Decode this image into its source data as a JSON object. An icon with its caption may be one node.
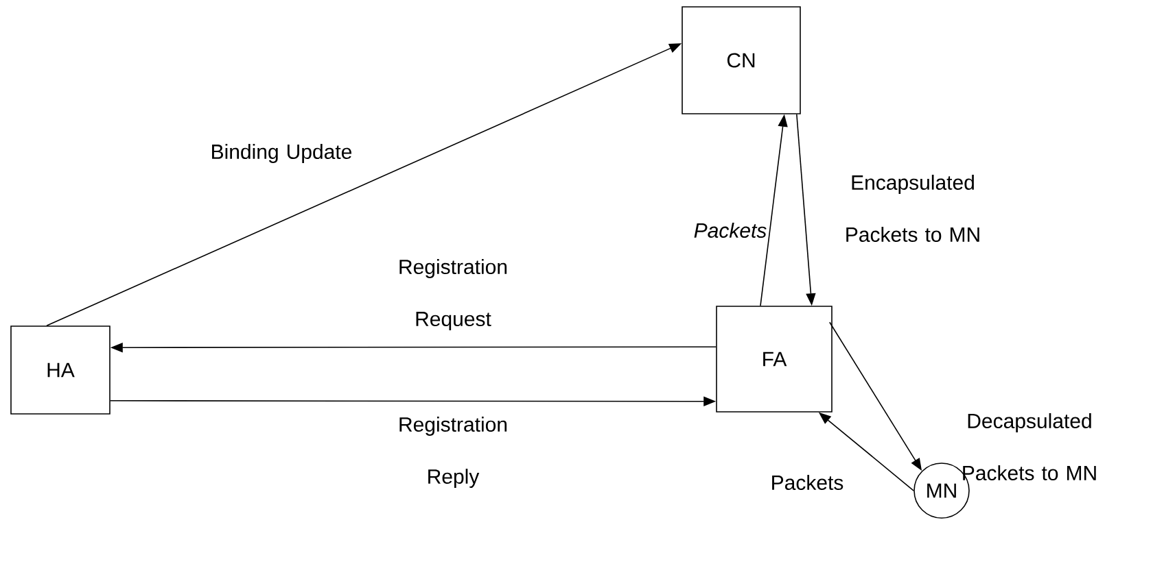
{
  "diagram": {
    "nodes": [
      {
        "text": [
          "CN"
        ]
      },
      {
        "text": [
          "HA"
        ]
      },
      {
        "text": [
          "FA"
        ]
      },
      {
        "text": [
          "MN"
        ]
      }
    ],
    "edges": [
      {
        "from": 1,
        "to": 0,
        "arrow": "to",
        "label": "Binding Update"
      },
      {
        "from": 2,
        "to": 0,
        "arrow": "to",
        "label": "Packets"
      },
      {
        "from": 0,
        "to": 2,
        "arrow": "to",
        "label": "Encapsulated Packets to MN"
      },
      {
        "from": 2,
        "to": 1,
        "arrow": "to",
        "label": "Registration Request"
      },
      {
        "from": 1,
        "to": 2,
        "arrow": "to",
        "label": "Registration Reply"
      },
      {
        "from": 2,
        "to": 3,
        "arrow": "to",
        "label": "Decapsulated Packets to MN"
      },
      {
        "from": 3,
        "to": 2,
        "arrow": "to",
        "label": "Packets"
      }
    ]
  }
}
